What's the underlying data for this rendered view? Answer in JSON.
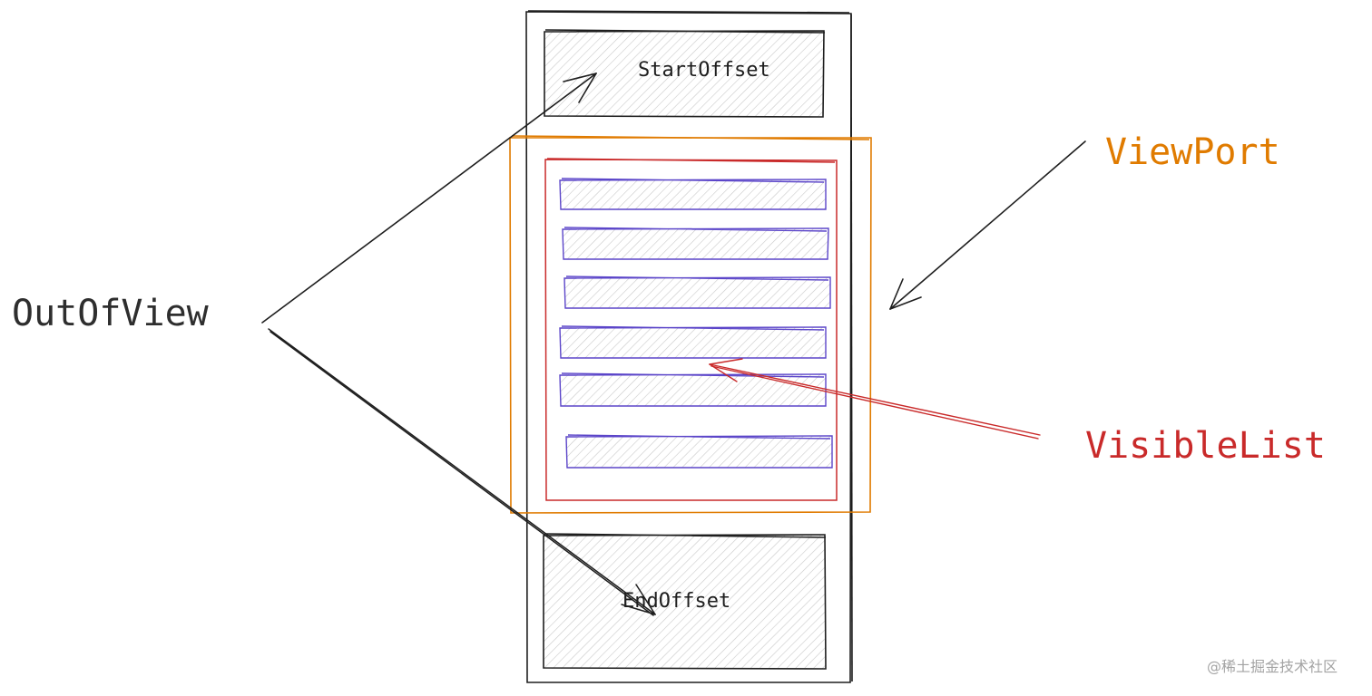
{
  "labels": {
    "start_offset": "StartOffset",
    "end_offset": "EndOffset",
    "out_of_view": "OutOfView",
    "viewport": "ViewPort",
    "visible_list": "VisibleList"
  },
  "watermark": "@稀土掘金技术社区",
  "colors": {
    "outline": "#1e1e1e",
    "viewport": "#e07b00",
    "visible_list": "#c92a2a",
    "list_item": "#5b45c9",
    "hatch": "#c9c9c9"
  },
  "list_item_count": 6,
  "icons": [
    "arrow-icon"
  ]
}
